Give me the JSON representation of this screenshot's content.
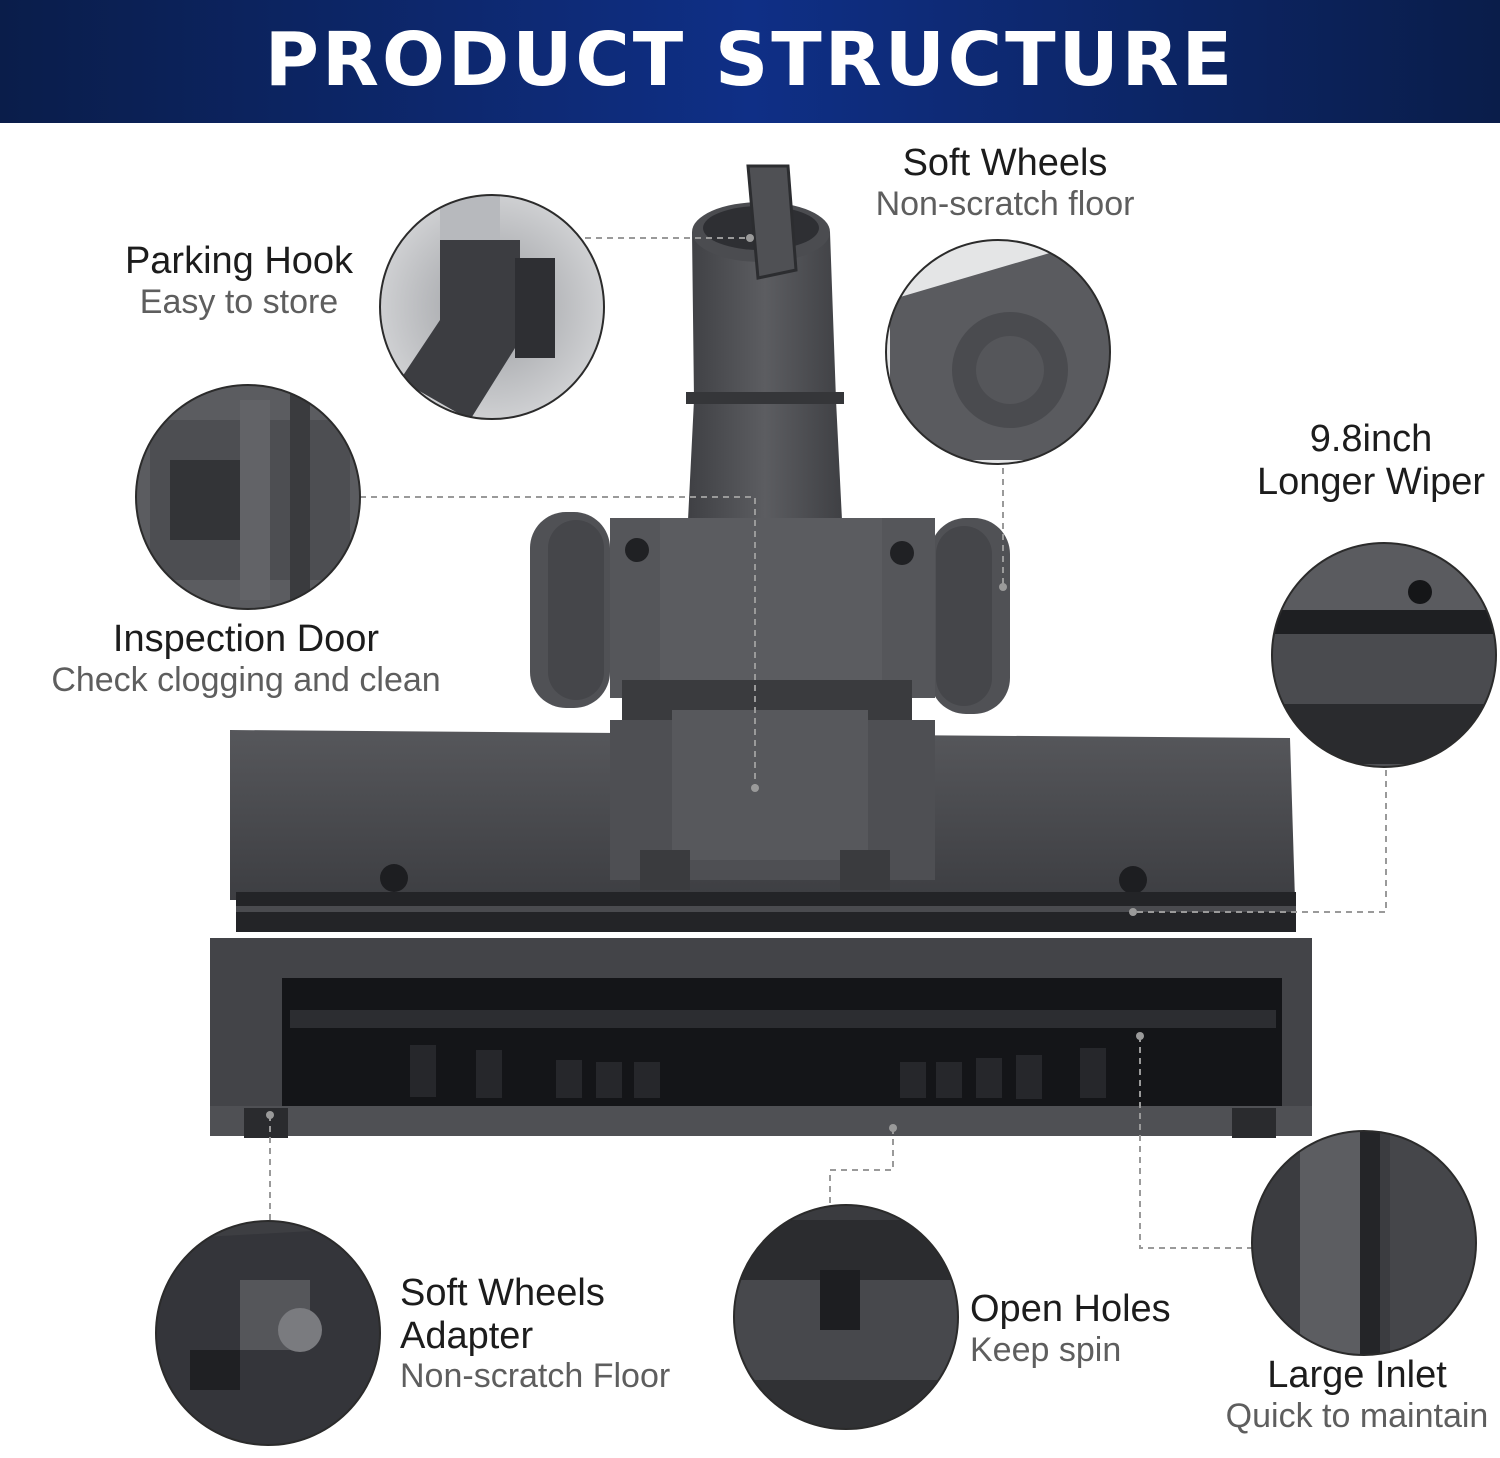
{
  "banner": {
    "title": "PRODUCT STRUCTURE"
  },
  "features": {
    "soft_wheels": {
      "title": "Soft Wheels",
      "subtitle": "Non-scratch floor"
    },
    "parking_hook": {
      "title": "Parking Hook",
      "subtitle": "Easy to store"
    },
    "wiper": {
      "title_line1": "9.8inch",
      "title_line2": "Longer Wiper"
    },
    "inspection_door": {
      "title": "Inspection Door",
      "subtitle": "Check clogging and clean"
    },
    "soft_wheels_adapter": {
      "title_line1": "Soft Wheels",
      "title_line2": "Adapter",
      "subtitle": "Non-scratch Floor"
    },
    "open_holes": {
      "title": "Open Holes",
      "subtitle": "Keep spin"
    },
    "large_inlet": {
      "title": "Large Inlet",
      "subtitle": "Quick to maintain"
    }
  },
  "colors": {
    "banner_dark": "#0a1d4a",
    "banner_light": "#0f2f86",
    "product_gray": "#4a4b4f",
    "text_dark": "#1c1c1c",
    "text_gray": "#5e5e5e"
  }
}
